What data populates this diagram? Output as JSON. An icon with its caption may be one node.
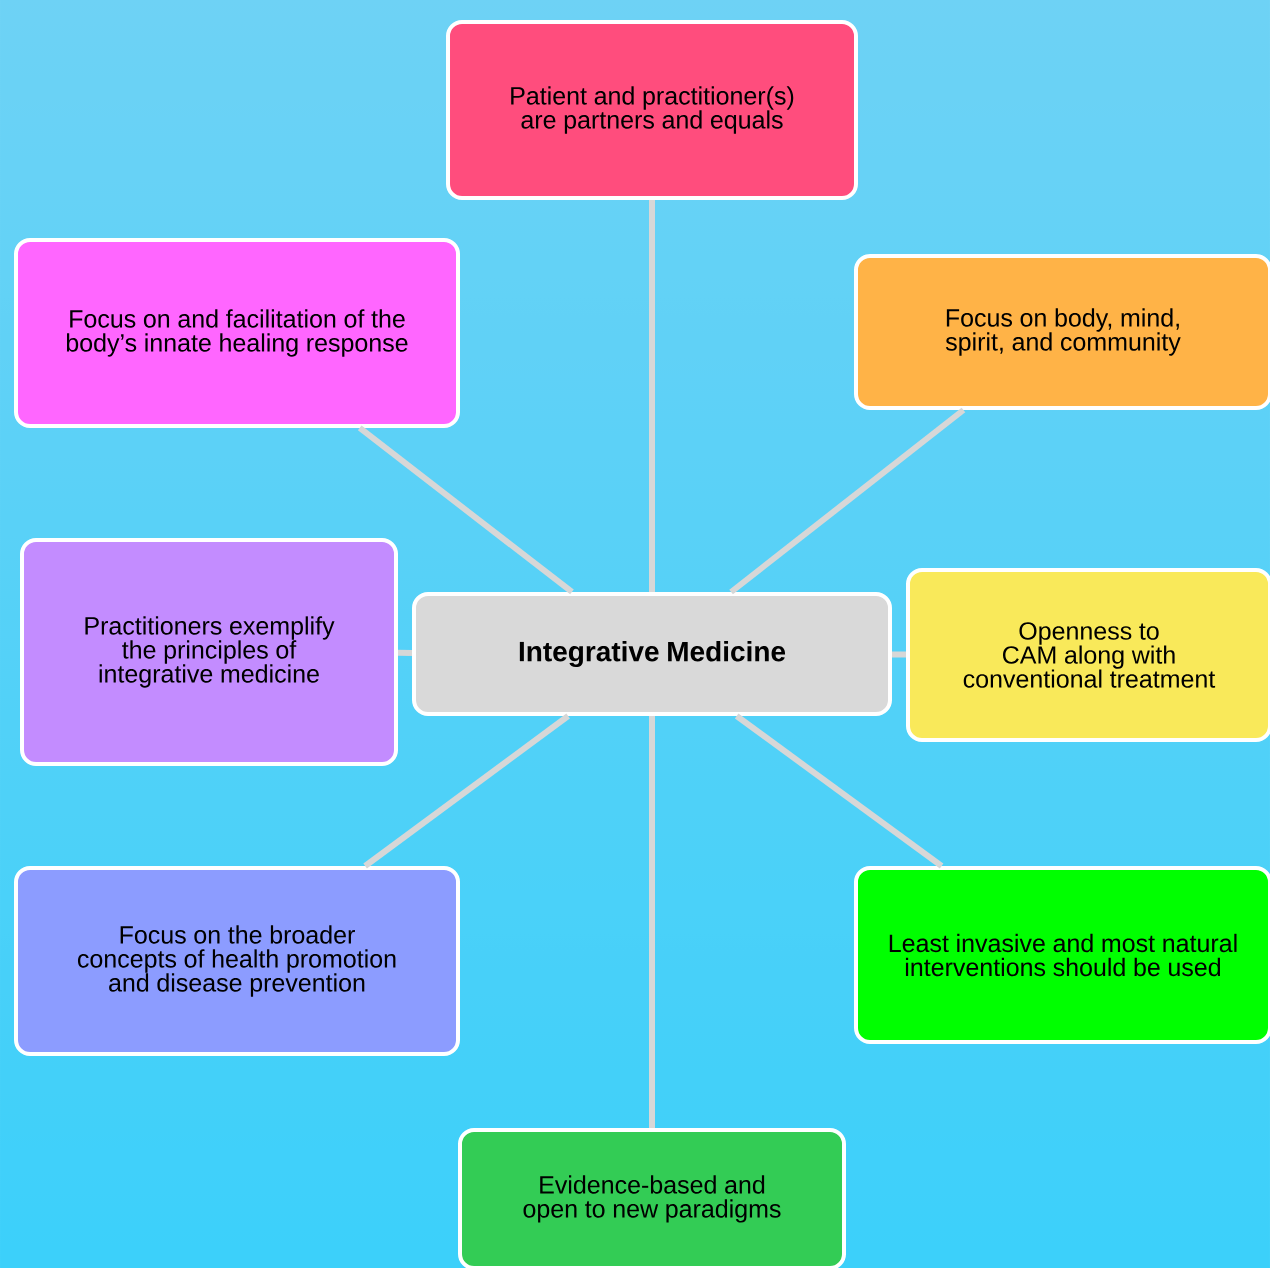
{
  "diagram": {
    "nodes": [
      {
        "text": [
          "Integrative Medicine"
        ]
      },
      {
        "text": [
          "Patient and practitioner(s) are partners and equals"
        ]
      },
      {
        "text": [
          "Focus on body, mind, spirit, and community"
        ]
      },
      {
        "text": [
          "Openness to CAM along with conventional treatment"
        ]
      },
      {
        "text": [
          "Least invasive and most natural interventions should be used"
        ]
      },
      {
        "text": [
          "Evidence-based and open to new paradigms"
        ]
      },
      {
        "text": [
          "Focus on the broader concepts of health promotion and disease prevention"
        ]
      },
      {
        "text": [
          "Practitioners exemplify the principles of integrative medicine"
        ]
      },
      {
        "text": [
          "Focus on and facilitation of the body’s innate healing response"
        ]
      }
    ],
    "edges": [
      {
        "from": 0,
        "to": 1,
        "arrow": "none"
      },
      {
        "from": 0,
        "to": 2,
        "arrow": "none"
      },
      {
        "from": 0,
        "to": 3,
        "arrow": "none"
      },
      {
        "from": 0,
        "to": 4,
        "arrow": "none"
      },
      {
        "from": 0,
        "to": 5,
        "arrow": "none"
      },
      {
        "from": 0,
        "to": 6,
        "arrow": "none"
      },
      {
        "from": 0,
        "to": 7,
        "arrow": "none"
      },
      {
        "from": 0,
        "to": 8,
        "arrow": "none"
      }
    ]
  }
}
